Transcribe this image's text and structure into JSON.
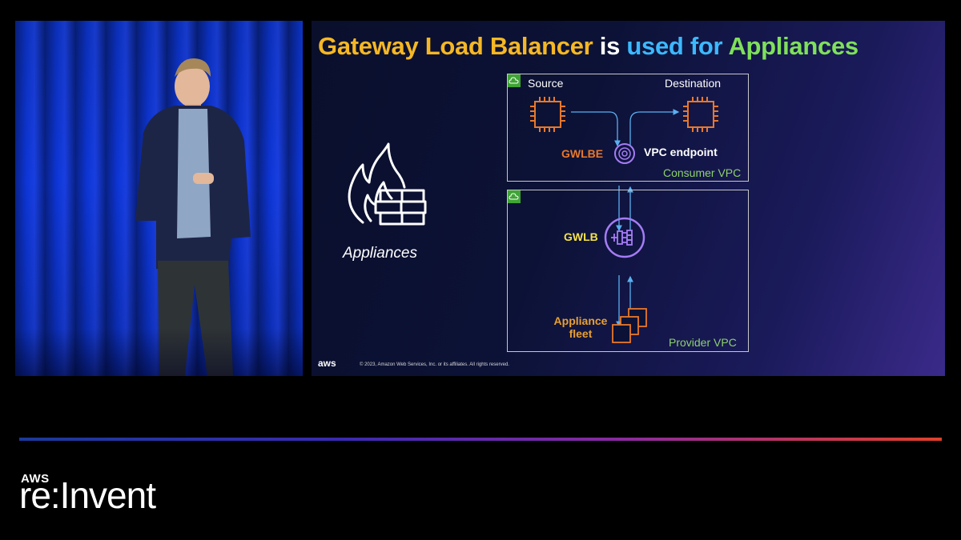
{
  "slide": {
    "title_part1": "Gateway Load Balancer",
    "title_part2": "is",
    "title_part3": "used for",
    "title_part4": "Appliances",
    "appliances_label": "Appliances",
    "source_label": "Source",
    "destination_label": "Destination",
    "gwlbe_label": "GWLBE",
    "vpc_endpoint_label": "VPC endpoint",
    "consumer_vpc_label": "Consumer VPC",
    "gwlb_label": "GWLB",
    "appliance_fleet_line1": "Appliance",
    "appliance_fleet_line2": "fleet",
    "provider_vpc_label": "Provider VPC",
    "aws_logo_text": "aws",
    "copyright": "© 2023, Amazon Web Services, Inc. or its affiliates. All rights reserved."
  },
  "branding": {
    "aws_text": "AWS",
    "event_text": "re:Invent"
  },
  "colors": {
    "title_yellow": "#f5b724",
    "title_cyan": "#3cb8ff",
    "title_green": "#7fe05a",
    "orange": "#e8782a",
    "purple": "#a57cf5",
    "vpc_green": "#3fa535",
    "arrow_blue": "#5ab0f0"
  }
}
